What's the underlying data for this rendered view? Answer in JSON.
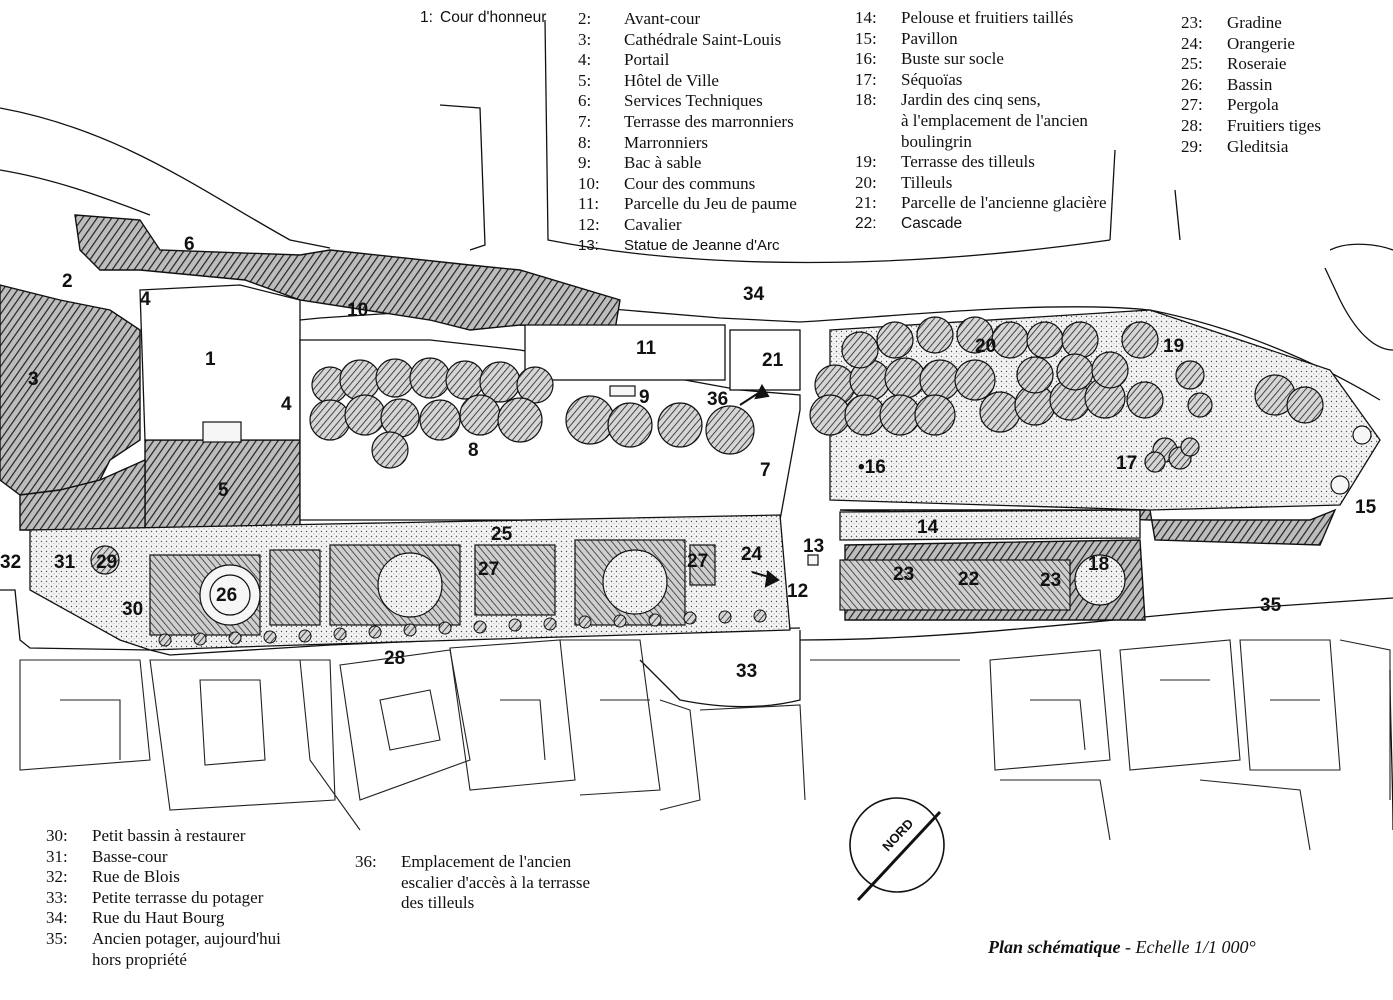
{
  "legend_top_a": [
    {
      "num": "1:",
      "label": "Cour d'honneur"
    }
  ],
  "legend_top_b": [
    {
      "num": "2:",
      "label": "Avant-cour"
    },
    {
      "num": "3:",
      "label": "Cathédrale Saint-Louis"
    },
    {
      "num": "4:",
      "label": "Portail"
    },
    {
      "num": "5:",
      "label": "Hôtel de Ville"
    },
    {
      "num": "6:",
      "label": "Services Techniques"
    },
    {
      "num": "7:",
      "label": "Terrasse des marronniers"
    },
    {
      "num": "8:",
      "label": "Marronniers"
    },
    {
      "num": "9:",
      "label": "Bac à sable"
    },
    {
      "num": "10:",
      "label": "Cour des communs"
    },
    {
      "num": "11:",
      "label": "Parcelle du Jeu de paume"
    },
    {
      "num": "12:",
      "label": "Cavalier"
    },
    {
      "num": "13:",
      "label": "Statue de Jeanne d'Arc"
    }
  ],
  "legend_top_c": [
    {
      "num": "14:",
      "label": "Pelouse et fruitiers taillés"
    },
    {
      "num": "15:",
      "label": "Pavillon"
    },
    {
      "num": "16:",
      "label": "Buste sur socle"
    },
    {
      "num": "17:",
      "label": "Séquoïas"
    },
    {
      "num": "18:",
      "label": "Jardin des cinq sens,\nà l'emplacement de l'ancien\nboulingrin"
    },
    {
      "num": "19:",
      "label": "Terrasse des tilleuls"
    },
    {
      "num": "20:",
      "label": "Tilleuls"
    },
    {
      "num": "21:",
      "label": "Parcelle de l'ancienne glacière"
    },
    {
      "num": "22:",
      "label": "Cascade"
    }
  ],
  "legend_top_d": [
    {
      "num": "23:",
      "label": "Gradine"
    },
    {
      "num": "24:",
      "label": "Orangerie"
    },
    {
      "num": "25:",
      "label": "Roseraie"
    },
    {
      "num": "26:",
      "label": "Bassin"
    },
    {
      "num": "27:",
      "label": "Pergola"
    },
    {
      "num": "28:",
      "label": "Fruitiers tiges"
    },
    {
      "num": "29:",
      "label": "Gleditsia"
    }
  ],
  "legend_bottom_a": [
    {
      "num": "30:",
      "label": "Petit bassin à restaurer"
    },
    {
      "num": "31:",
      "label": "Basse-cour"
    },
    {
      "num": "32:",
      "label": "Rue de Blois"
    },
    {
      "num": "33:",
      "label": "Petite terrasse du potager"
    },
    {
      "num": "34:",
      "label": "Rue du Haut Bourg"
    },
    {
      "num": "35:",
      "label": "Ancien potager, aujourd'hui\nhors propriété"
    }
  ],
  "legend_bottom_b": [
    {
      "num": "36:",
      "label": "Emplacement de l'ancien\nescalier d'accès à la terrasse\ndes tilleuls"
    }
  ],
  "caption": {
    "title": "Plan schématique",
    "separator": " - ",
    "scale": "Echelle 1/1 000°"
  },
  "compass": {
    "label": "NORD"
  },
  "map_labels": [
    {
      "id": "1",
      "text": "1"
    },
    {
      "id": "2",
      "text": "2"
    },
    {
      "id": "3",
      "text": "3"
    },
    {
      "id": "4a",
      "text": "4"
    },
    {
      "id": "4b",
      "text": "4"
    },
    {
      "id": "5",
      "text": "5"
    },
    {
      "id": "6",
      "text": "6"
    },
    {
      "id": "7",
      "text": "7"
    },
    {
      "id": "8",
      "text": "8"
    },
    {
      "id": "9",
      "text": "9"
    },
    {
      "id": "10",
      "text": "10"
    },
    {
      "id": "11",
      "text": "11"
    },
    {
      "id": "12",
      "text": "12"
    },
    {
      "id": "13",
      "text": "13"
    },
    {
      "id": "14",
      "text": "14"
    },
    {
      "id": "15",
      "text": "15"
    },
    {
      "id": "16",
      "text": "•16"
    },
    {
      "id": "17",
      "text": "17"
    },
    {
      "id": "18",
      "text": "18"
    },
    {
      "id": "19",
      "text": "19"
    },
    {
      "id": "20",
      "text": "20"
    },
    {
      "id": "21",
      "text": "21"
    },
    {
      "id": "22",
      "text": "22"
    },
    {
      "id": "23a",
      "text": "23"
    },
    {
      "id": "23b",
      "text": "23"
    },
    {
      "id": "24",
      "text": "24"
    },
    {
      "id": "25",
      "text": "25"
    },
    {
      "id": "26",
      "text": "26"
    },
    {
      "id": "27a",
      "text": "27"
    },
    {
      "id": "27b",
      "text": "27"
    },
    {
      "id": "28",
      "text": "28"
    },
    {
      "id": "29",
      "text": "29"
    },
    {
      "id": "30",
      "text": "30"
    },
    {
      "id": "31",
      "text": "31"
    },
    {
      "id": "32",
      "text": "32"
    },
    {
      "id": "33",
      "text": "33"
    },
    {
      "id": "34",
      "text": "34"
    },
    {
      "id": "35",
      "text": "35"
    },
    {
      "id": "36",
      "text": "36"
    }
  ]
}
